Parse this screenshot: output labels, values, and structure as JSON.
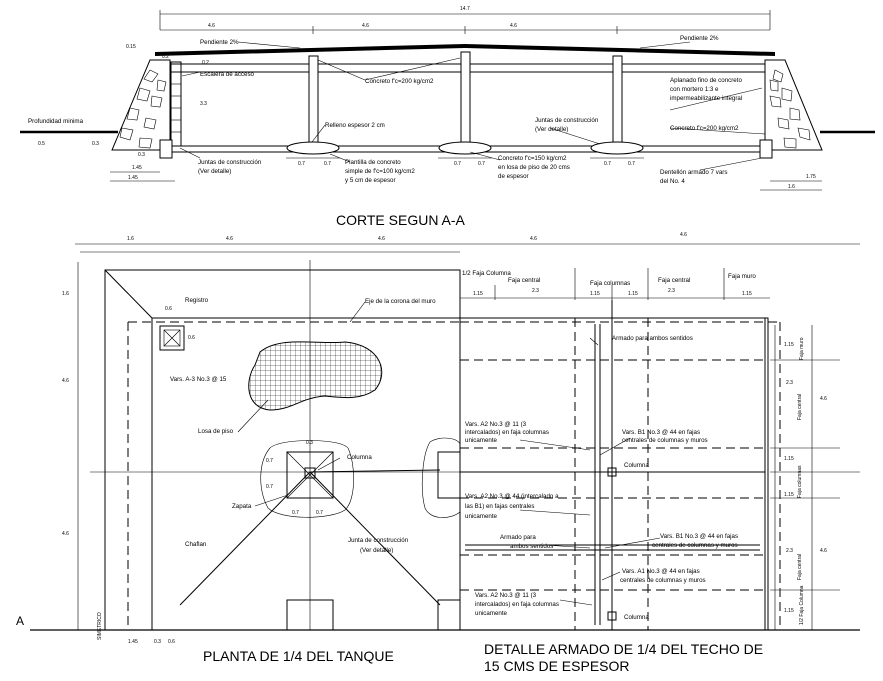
{
  "section": {
    "title": "CORTE SEGUN A-A",
    "dim_total": "14.7",
    "dim_spans": [
      "4.6",
      "4.6",
      "4.6"
    ],
    "slope_left": "Pendiente 2%",
    "slope_right": "Pendiente 2%",
    "roof_dims": [
      "0.15",
      "0.2",
      "0.2"
    ],
    "wall_height": "3.3",
    "ladder": "Escalera de acceso",
    "min_depth": "Profundidad minima",
    "depth_vals": [
      "0.5",
      "0.3",
      "0.3"
    ],
    "concrete_top": "Concreto f'c=200 kg/cm2",
    "fill": "Relleno espesor 2 cm",
    "plantilla": [
      "Plantilla de concreto",
      "simple de f'c=100 kg/cm2",
      "y 5 cm de espesor"
    ],
    "joints_left": [
      "Juntas de construcción",
      "(Ver detalle)"
    ],
    "joints_right": [
      "Juntas de construcción",
      "(Ver detalle)"
    ],
    "floor_slab": [
      "Concreto f'c=150 kg/cm2",
      "en losa de piso de 20 cms",
      "de espesor"
    ],
    "plaster": [
      "Aplanado fino de concreto",
      "con mortero 1:3 e",
      "impermeabilizante integral"
    ],
    "concrete_right": "Concreto f'c=200 kg/cm2",
    "rebar": [
      "Dentellón armado 7 vars",
      "del No. 4"
    ],
    "footing_dims": [
      "0.7",
      "0.7",
      "0.7",
      "0.7",
      "0.7",
      "0.7"
    ],
    "base_dims": [
      "1.45",
      "1.45",
      "1.75",
      "1.6"
    ]
  },
  "plan": {
    "title": "PLANTA DE 1/4 DEL TANQUE",
    "top_dims": [
      "1.6",
      "4.6",
      "4.6"
    ],
    "left_dims": [
      "1.6",
      "4.6",
      "4.6"
    ],
    "registro": "Registro",
    "registro_dims": [
      "0.6",
      "0.6"
    ],
    "axis": "Eje de la corona del muro",
    "bars": "Vars. A-3 No.3 @ 15",
    "slab": "Losa de piso",
    "column": "Columna",
    "column_dims": [
      "0.3",
      "0.7",
      "0.7",
      "0.7",
      "0.7"
    ],
    "zapata": "Zapata",
    "chaflan": "Chaflan",
    "joint": [
      "Junta de construcción",
      "(Ver detalle)"
    ],
    "symmetric": "SIMETRICO",
    "section_mark": "A",
    "bottom_dims": [
      "1.45",
      "0.3",
      "0.6"
    ]
  },
  "detail": {
    "title_1": "DETALLE ARMADO DE 1/4 DEL TECHO DE",
    "title_2": "15 CMS DE ESPESOR",
    "top_dims": [
      "4.6",
      "4.6"
    ],
    "strip_labels": [
      "1/2 Faja Columna",
      "Faja central",
      "Faja columnas",
      "Faja central",
      "Faja muro"
    ],
    "strip_dims": [
      "1.15",
      "2.3",
      "1.15",
      "1.15",
      "2.3",
      "1.15"
    ],
    "both_ways": "Armado para ambos sentidos",
    "a2_cols": [
      "Vars. A2 No.3 @ 11 (3",
      "intercalados) en faja columnas",
      "unicamente"
    ],
    "b1_central": [
      "Vars. B1 No.3 @ 44 en fajas",
      "centrales de columnas y muros"
    ],
    "column": "Columna",
    "a2_central": [
      "Vars. A2 No.3 @ 44 (intercalado a",
      "las B1) en fajas centrales",
      "unicamente"
    ],
    "both_ways_2": [
      "Armado para",
      "ambos sentidos"
    ],
    "b1_central_2": [
      "Vars. B1 No.3 @ 44 en fajas",
      "centrales de columnas y muros"
    ],
    "a1_central": [
      "Vars. A1 No.3 @ 44 en fajas",
      "centrales de columnas y muros"
    ],
    "a2_cols_2": [
      "Vars. A2 No.3 @ 11 (3",
      "intercalados) en faja columnas",
      "unicamente"
    ],
    "column_2": "Columna",
    "right_labels": [
      "Faja muro",
      "Faja central",
      "Faja columnas",
      "Faja central",
      "1/2 Faja Columna"
    ],
    "right_dims": [
      "1.15",
      "2.3",
      "1.15",
      "1.15",
      "2.3",
      "1.15"
    ],
    "right_totals": [
      "4.6",
      "4.6"
    ]
  }
}
